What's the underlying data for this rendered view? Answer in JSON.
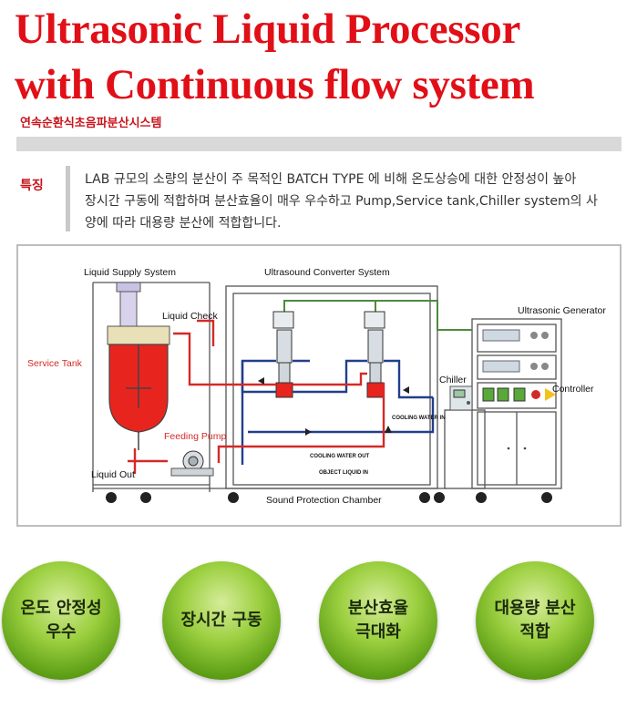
{
  "header": {
    "title_line1": "Ultrasonic Liquid Processor",
    "title_line2": "with Continuous flow system",
    "subtitle": "연속순환식초음파분산시스템"
  },
  "features": {
    "label": "특징",
    "lines": [
      "LAB 규모의 소량의 분산이 주 목적인 BATCH TYPE 에 비해 온도상승에 대한 안정성이 높아",
      "장시간 구동에 적합하며 분산효율이 매우 우수하고 Pump,Service tank,Chiller system의 사",
      "양에 따라 대용량 분산에 적합합니다."
    ]
  },
  "diagram": {
    "labels": {
      "liquid_supply_system": "Liquid Supply System",
      "ultrasound_converter_system": "Ultrasound Converter System",
      "ultrasonic_generator": "Ultrasonic Generator",
      "liquid_check": "Liquid Check",
      "service_tank": "Service Tank",
      "chiller": "Chiller",
      "controller": "Controller",
      "feeding_pump": "Feeding Pump",
      "liquid_out": "Liquid Out",
      "sound_protection_chamber": "Sound Protection Chamber",
      "cooling_water_in": "COOLING WATER IN",
      "cooling_water_out": "COOLING WATER OUT",
      "object_liquid_in": "OBJECT LIQUID IN"
    },
    "colors": {
      "liquid_line": "#d42a27",
      "cooling_line": "#223f8c",
      "signal_line": "#4e8a3f",
      "tank_liquid": "#e8241f",
      "label_red": "#d42a27"
    }
  },
  "badges": [
    {
      "line1": "온도 안정성",
      "line2": "우수"
    },
    {
      "line1": "장시간 구동",
      "line2": ""
    },
    {
      "line1": "분산효율",
      "line2": "극대화"
    },
    {
      "line1": "대용량 분산",
      "line2": "적합"
    }
  ]
}
